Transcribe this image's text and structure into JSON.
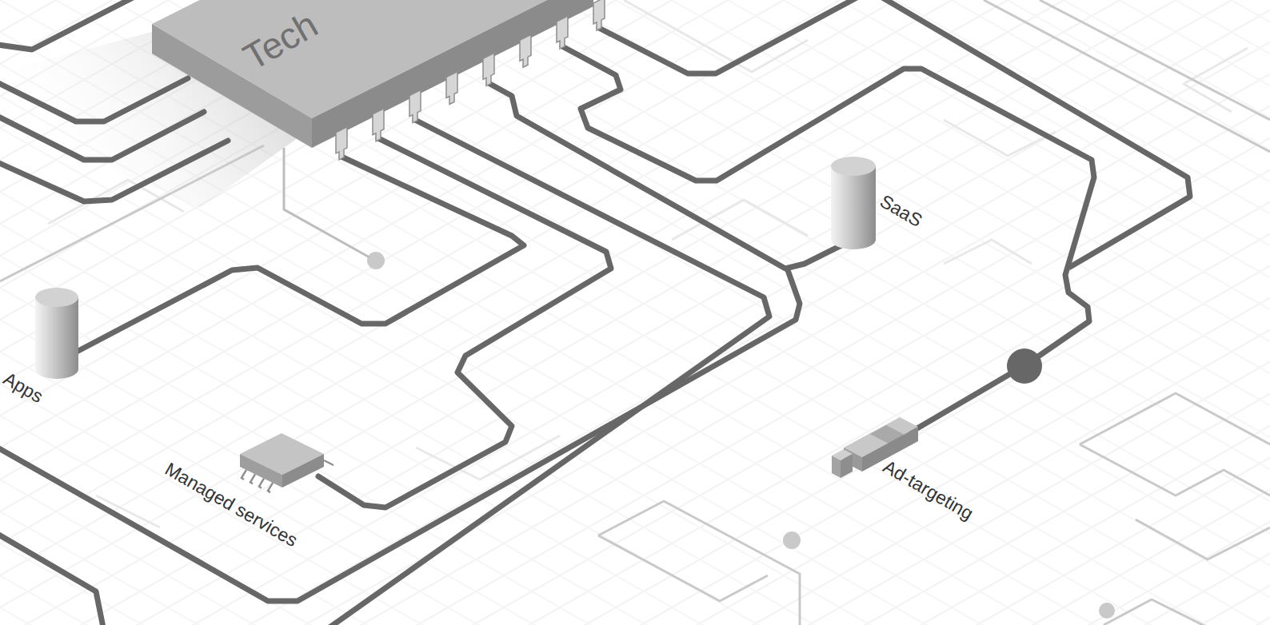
{
  "diagram": {
    "nodes": [
      {
        "text": [
          "Tech"
        ]
      },
      {
        "text": [
          "Apps"
        ]
      },
      {
        "text": [
          "Managed services"
        ]
      },
      {
        "text": [
          "SaaS"
        ]
      },
      {
        "text": [
          "Ad-targeting"
        ]
      }
    ],
    "edges": [
      {
        "from": 0,
        "to": 1,
        "arrow": "none"
      },
      {
        "from": 0,
        "to": 2,
        "arrow": "none"
      },
      {
        "from": 0,
        "to": 3,
        "arrow": "none"
      },
      {
        "from": 0,
        "to": 4,
        "arrow": "none"
      }
    ]
  }
}
